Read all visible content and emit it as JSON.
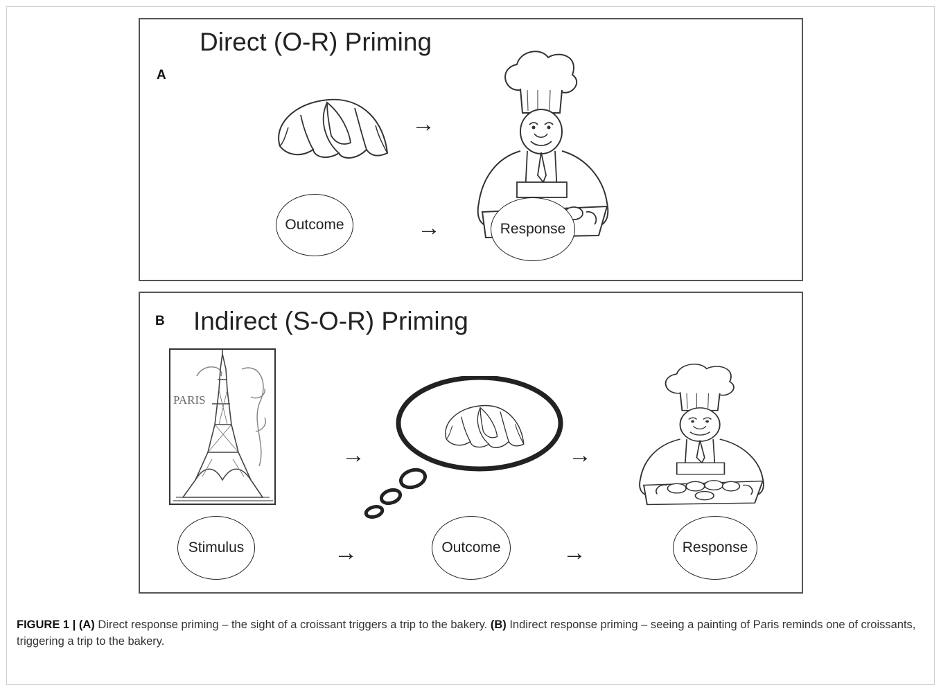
{
  "panel_a": {
    "letter": "A",
    "title": "Direct (O-R) Priming",
    "nodes": {
      "outcome": "Outcome",
      "response": "Response"
    },
    "arrow": "→"
  },
  "panel_b": {
    "letter": "B",
    "title": "Indirect (S-O-R) Priming",
    "painting_text": "PARIS",
    "nodes": {
      "stimulus": "Stimulus",
      "outcome": "Outcome",
      "response": "Response"
    },
    "arrow": "→"
  },
  "caption": {
    "label": "FIGURE 1 | ",
    "a_tag": "(A)",
    "a_text": " Direct response priming – the sight of a croissant triggers a trip to the bakery. ",
    "b_tag": "(B)",
    "b_text": " Indirect response priming – seeing a painting of Paris reminds one of croissants, triggering a trip to the bakery."
  }
}
